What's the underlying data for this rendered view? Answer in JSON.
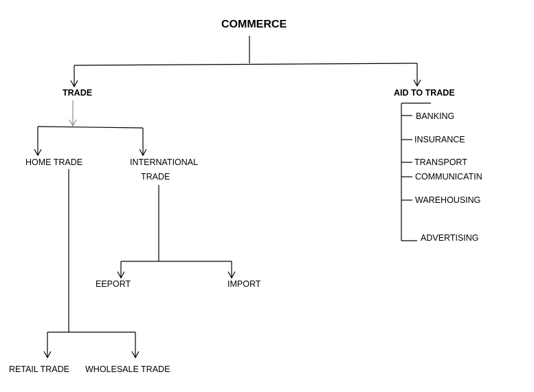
{
  "nodes": {
    "commerce": "COMMERCE",
    "trade": "TRADE",
    "aid_to_trade": "AID TO TRADE",
    "home_trade": "HOME TRADE",
    "international_trade_line1": "INTERNATIONAL",
    "international_trade_line2": "TRADE",
    "export": "EEPORT",
    "import": "IMPORT",
    "retail_trade": "RETAIL TRADE",
    "wholesale_trade": "WHOLESALE TRADE"
  },
  "aid_items": {
    "banking": "BANKING",
    "insurance": "INSURANCE",
    "transport": "TRANSPORT",
    "communication": "COMMUNICATIN",
    "warehousing": "WAREHOUSING",
    "advertising": "ADVERTISING"
  },
  "colors": {
    "line": "#000000",
    "accent_arrow": "#8a8a8a",
    "background": "#ffffff"
  }
}
